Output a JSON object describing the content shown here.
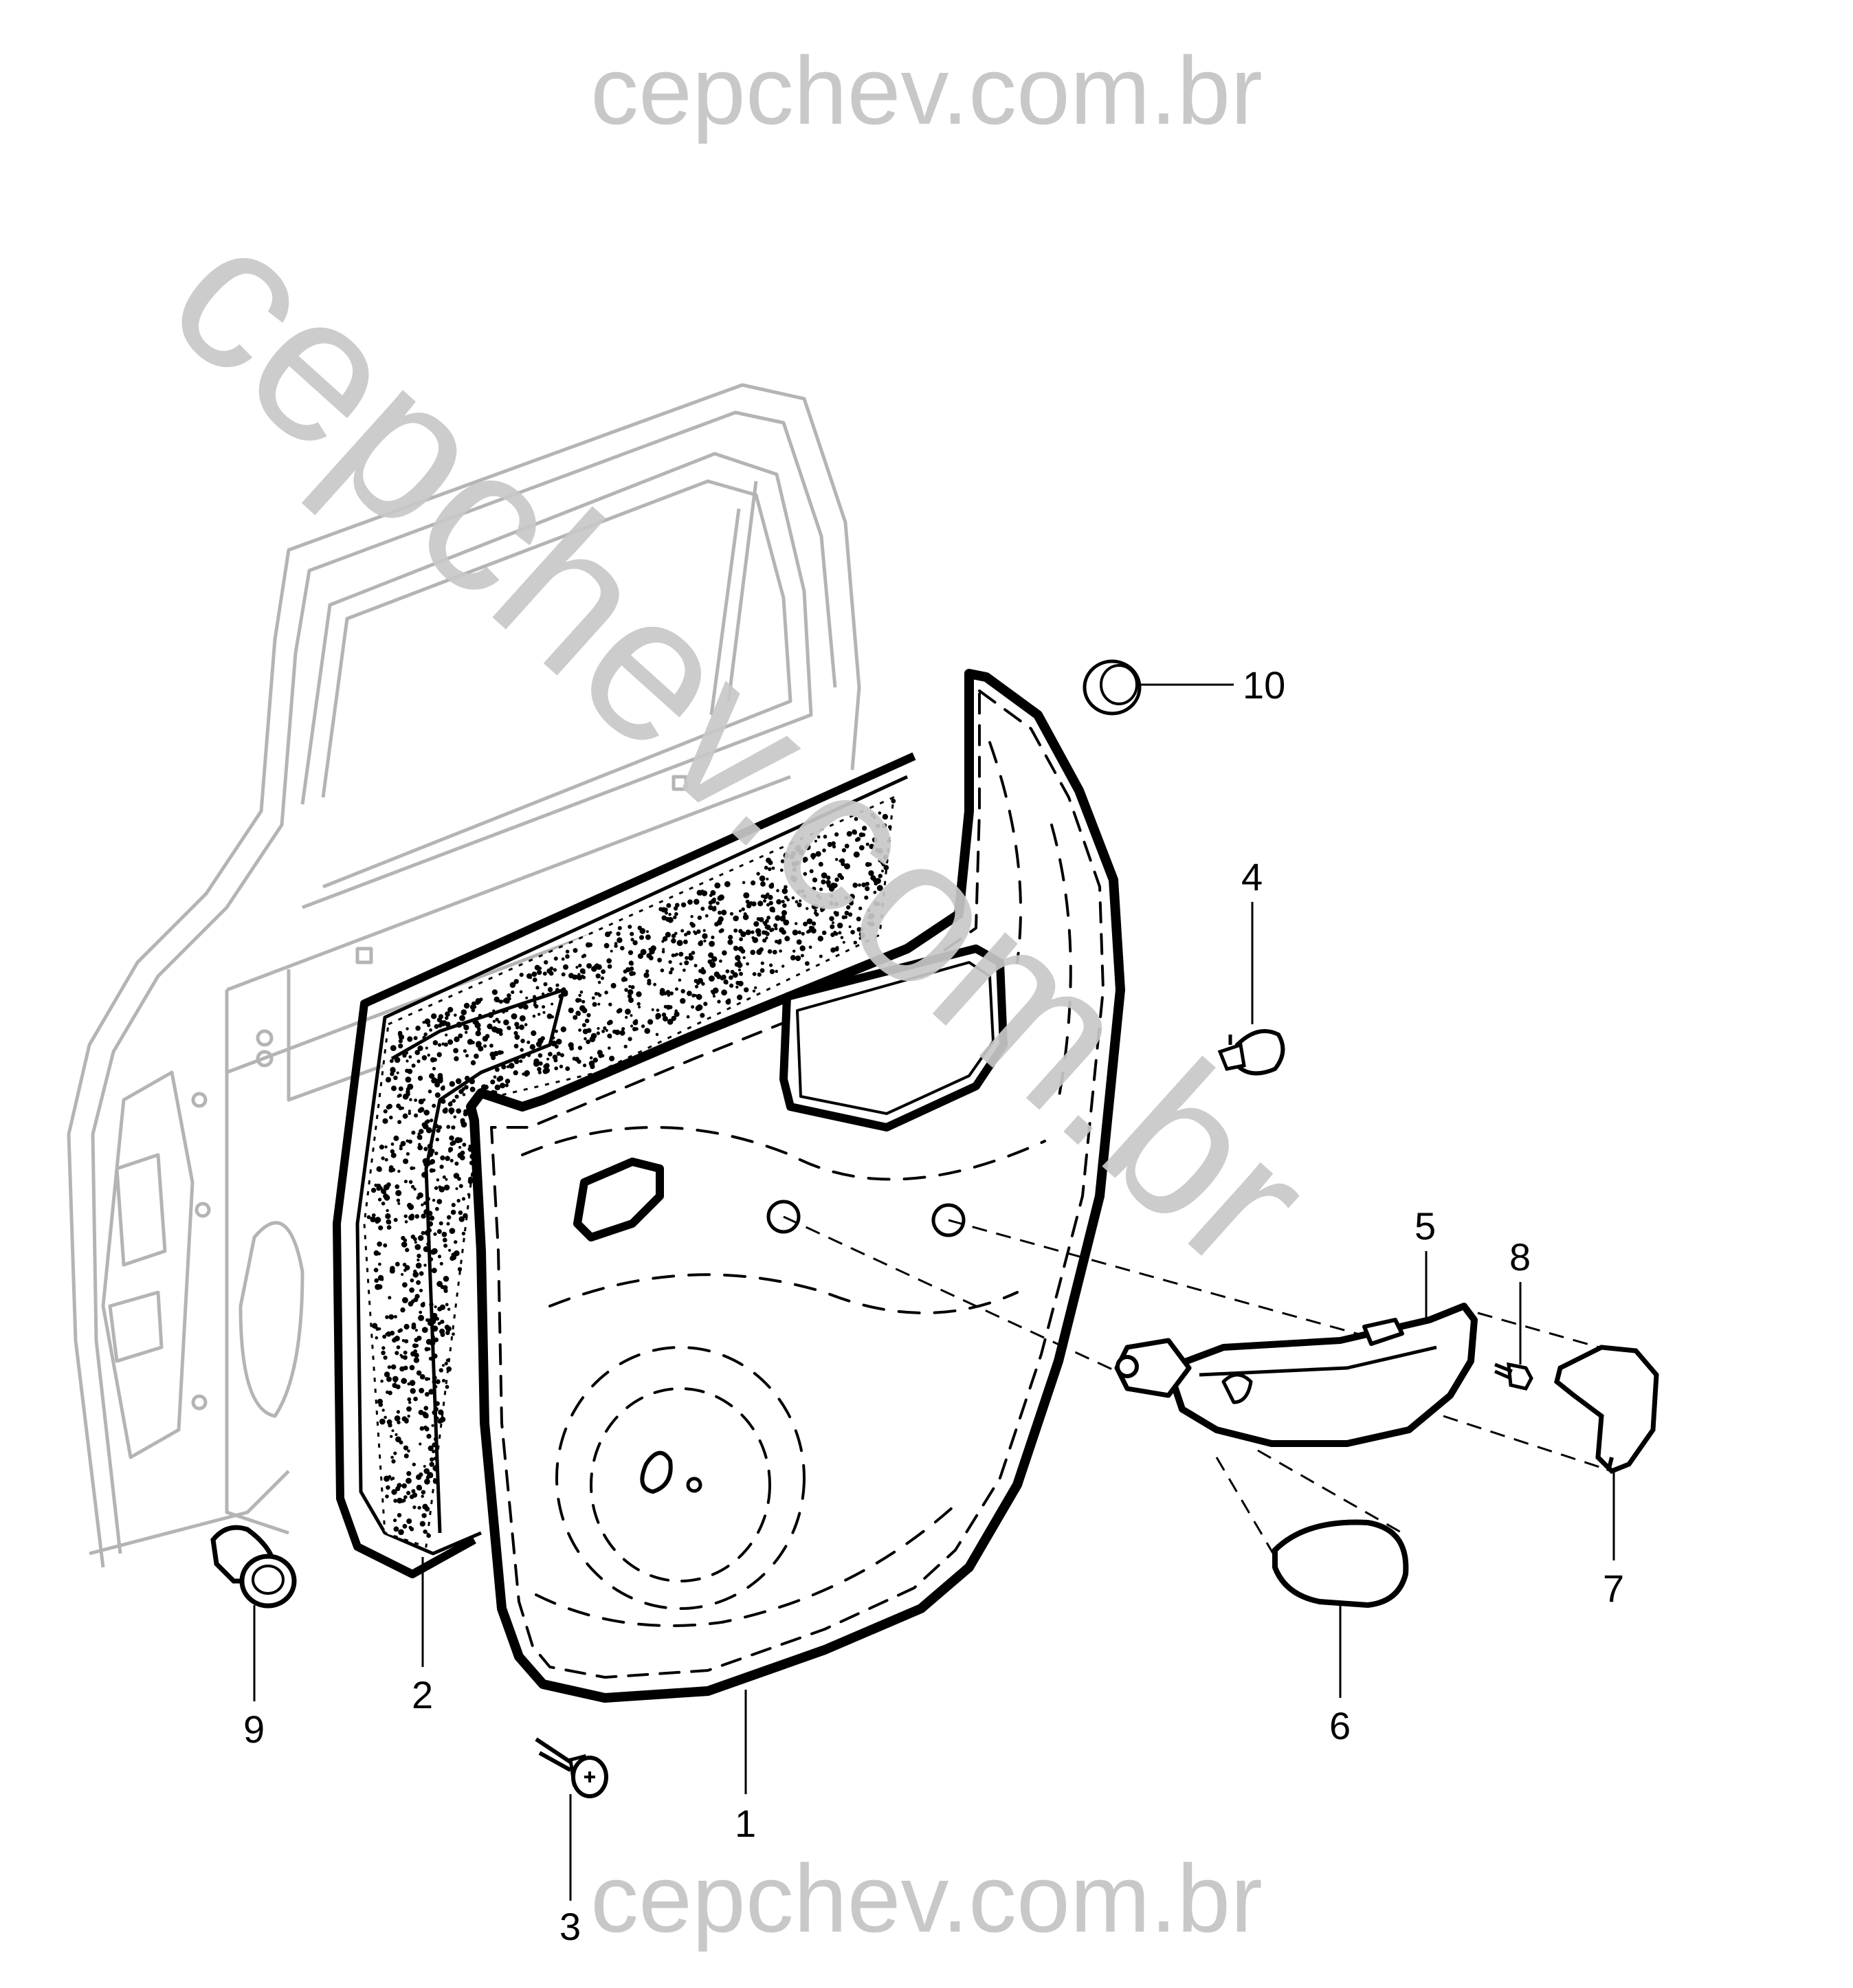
{
  "watermark": {
    "top": "cepchev.com.br",
    "bottom": "cepchev.com.br",
    "diagonal": "cepchev.com.br"
  },
  "parts": [
    {
      "id": "1",
      "label": "1",
      "name": "door trim panel"
    },
    {
      "id": "2",
      "label": "2",
      "name": "water deflector"
    },
    {
      "id": "3",
      "label": "3",
      "name": "screw"
    },
    {
      "id": "4",
      "label": "4",
      "name": "clip"
    },
    {
      "id": "5",
      "label": "5",
      "name": "pull handle"
    },
    {
      "id": "6",
      "label": "6",
      "name": "handle cover"
    },
    {
      "id": "7",
      "label": "7",
      "name": "end cap"
    },
    {
      "id": "8",
      "label": "8",
      "name": "screw"
    },
    {
      "id": "9",
      "label": "9",
      "name": "retainer"
    },
    {
      "id": "10",
      "label": "10",
      "name": "plug"
    }
  ],
  "colors": {
    "line": "#000000",
    "ghost": "#b4b4b4",
    "watermark": "#c8c8c8"
  }
}
